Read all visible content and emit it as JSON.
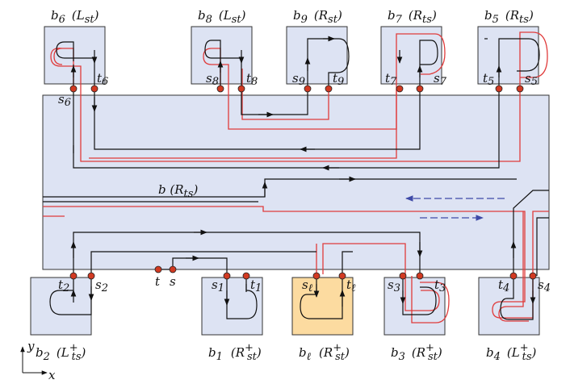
{
  "figure": {
    "band_label": "b (R",
    "band_label_sub": "ts",
    "band_label_end": ")",
    "axis_y": "y",
    "axis_x": "x",
    "colors": {
      "box_fill": "#dde3f3",
      "box_fill_highlight": "#fcdba0",
      "band_fill": "#dde3f3",
      "black_path": "#111111",
      "red_path": "#e03b3b",
      "blue_arrow": "#3e4aa7",
      "node_fill": "#d13a22"
    }
  },
  "top_boxes": [
    {
      "id": "b6",
      "name": "b",
      "sub": "6",
      "type": "L",
      "type_sub": "st",
      "type_sup": ""
    },
    {
      "id": "b8",
      "name": "b",
      "sub": "8",
      "type": "L",
      "type_sub": "st",
      "type_sup": ""
    },
    {
      "id": "b9",
      "name": "b",
      "sub": "9",
      "type": "R",
      "type_sub": "st",
      "type_sup": ""
    },
    {
      "id": "b7",
      "name": "b",
      "sub": "7",
      "type": "R",
      "type_sub": "ts",
      "type_sup": ""
    },
    {
      "id": "b5",
      "name": "b",
      "sub": "5",
      "type": "R",
      "type_sub": "ts",
      "type_sup": ""
    }
  ],
  "bottom_boxes": [
    {
      "id": "b2",
      "name": "b",
      "sub": "2",
      "type": "L",
      "type_sub": "ts",
      "type_sup": "+"
    },
    {
      "id": "b1",
      "name": "b",
      "sub": "1",
      "type": "R",
      "type_sub": "st",
      "type_sup": "+"
    },
    {
      "id": "bl",
      "name": "b",
      "sub": "ℓ",
      "type": "R",
      "type_sub": "st",
      "type_sup": "+"
    },
    {
      "id": "b3",
      "name": "b",
      "sub": "3",
      "type": "R",
      "type_sub": "st",
      "type_sup": "+"
    },
    {
      "id": "b4",
      "name": "b",
      "sub": "4",
      "type": "L",
      "type_sub": "ts",
      "type_sup": "+"
    }
  ],
  "terminals": [
    {
      "name": "s",
      "sub": "6"
    },
    {
      "name": "t",
      "sub": "6"
    },
    {
      "name": "s",
      "sub": "8"
    },
    {
      "name": "t",
      "sub": "8"
    },
    {
      "name": "s",
      "sub": "9"
    },
    {
      "name": "t",
      "sub": "9"
    },
    {
      "name": "t",
      "sub": "7"
    },
    {
      "name": "s",
      "sub": "7"
    },
    {
      "name": "t",
      "sub": "5"
    },
    {
      "name": "s",
      "sub": "5"
    },
    {
      "name": "t",
      "sub": "2"
    },
    {
      "name": "s",
      "sub": "2"
    },
    {
      "name": "t",
      "sub": ""
    },
    {
      "name": "s",
      "sub": ""
    },
    {
      "name": "s",
      "sub": "1"
    },
    {
      "name": "t",
      "sub": "1"
    },
    {
      "name": "s",
      "sub": "ℓ"
    },
    {
      "name": "t",
      "sub": "ℓ"
    },
    {
      "name": "s",
      "sub": "3"
    },
    {
      "name": "t",
      "sub": "3"
    },
    {
      "name": "t",
      "sub": "4"
    },
    {
      "name": "s",
      "sub": "4"
    }
  ]
}
